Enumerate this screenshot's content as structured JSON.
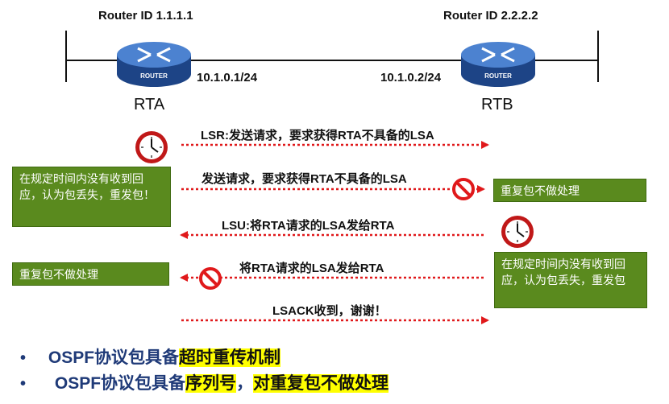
{
  "routers": {
    "rta": {
      "id_label": "Router ID 1.1.1.1",
      "ip": "10.1.0.1/24",
      "name": "RTA",
      "icon_text": "ROUTER"
    },
    "rtb": {
      "id_label": "Router ID 2.2.2.2",
      "ip": "10.1.0.2/24",
      "name": "RTB",
      "icon_text": "ROUTER"
    }
  },
  "messages": {
    "m1": "LSR:发送请求，要求获得RTA不具备的LSA",
    "m2": "发送请求，要求获得RTA不具备的LSA",
    "m3": "LSU:将RTA请求的LSA发给RTA",
    "m4": "将RTA请求的LSA发给RTA",
    "m5": "LSACK收到，谢谢！"
  },
  "notes": {
    "left_timeout": "在规定时间内没有收到回应，认为包丢失，重发包！",
    "right_dup": "重复包不做处理",
    "left_dup": "重复包不做处理",
    "right_timeout": "在规定时间内没有收到回应，认为包丢失，重发包"
  },
  "bullets": [
    {
      "prefix": "OSPF协议包具备",
      "highlight": "超时重传机制",
      "suffix": ""
    },
    {
      "prefix": "OSPF协议包具备",
      "highlight": "序列号",
      "suffix": "，",
      "highlight2": "对重复包不做处理"
    }
  ],
  "colors": {
    "arrow": "#e0191b",
    "note_bg": "#5a8a1e",
    "router_blue": "#2a5aa8",
    "bullet_text": "#1f3a78",
    "highlight": "#ffff00"
  }
}
